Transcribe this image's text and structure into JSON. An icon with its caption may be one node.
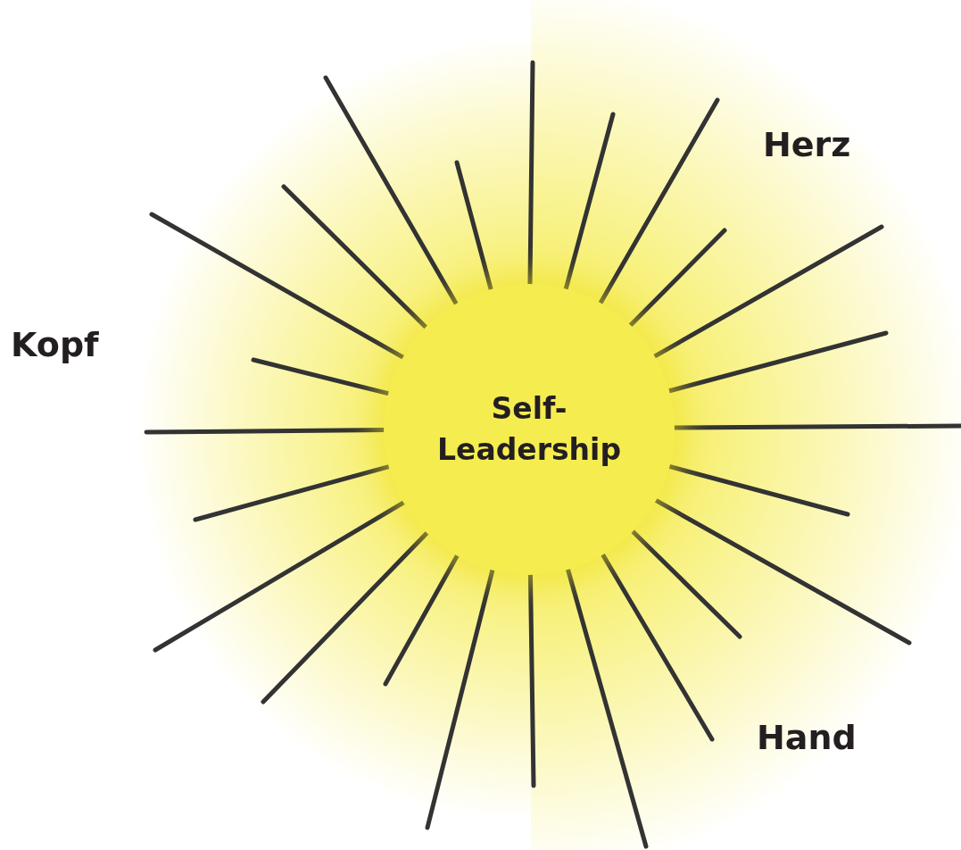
{
  "diagram": {
    "nodes": [
      {
        "text": [
          "Self-Leadership"
        ]
      }
    ],
    "labels": [
      "Herz",
      "Kopf",
      "Hand"
    ]
  }
}
